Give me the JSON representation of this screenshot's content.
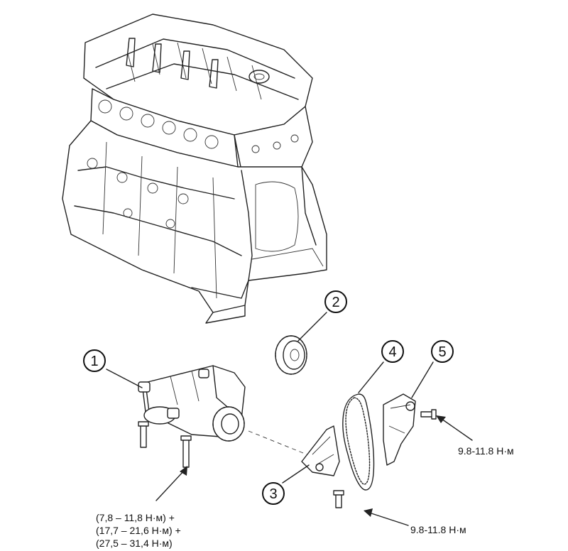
{
  "callouts": [
    {
      "id": "1"
    },
    {
      "id": "2"
    },
    {
      "id": "3"
    },
    {
      "id": "4"
    },
    {
      "id": "5"
    }
  ],
  "torque_labels": {
    "tensioner_bolt": "9.8-11.8 Н·м",
    "guide_bolt": "9.8-11.8 Н·м",
    "oil_pump_line1": "(7,8 – 11,8 Н·м) +",
    "oil_pump_line2": "(17,7 – 21,6 Н·м) +",
    "oil_pump_line3": "(27,5 – 31,4 Н·м)"
  }
}
